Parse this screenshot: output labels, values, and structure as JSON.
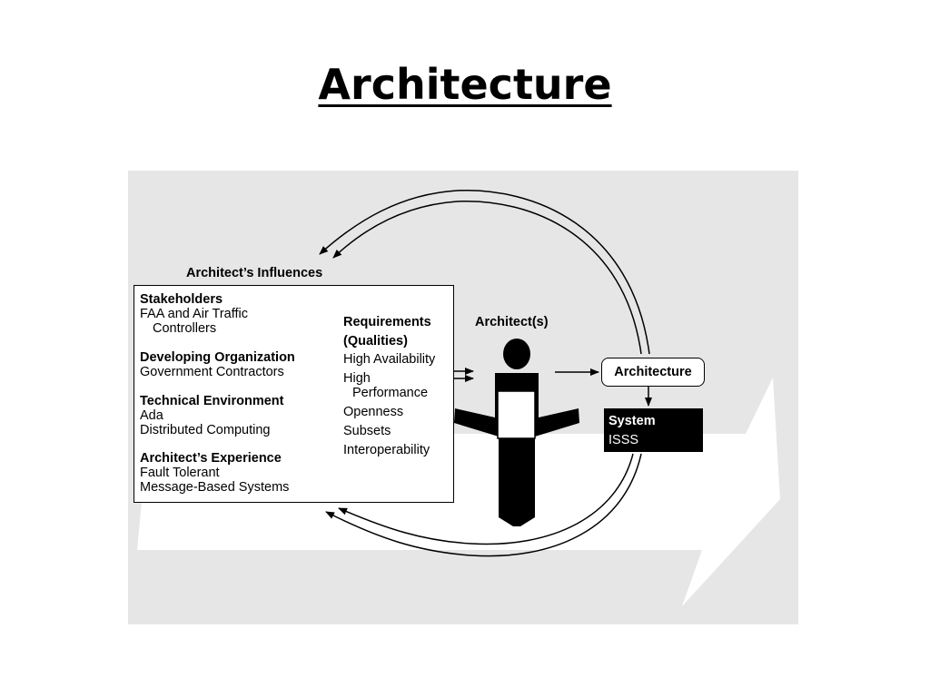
{
  "slide": {
    "title": "Architecture"
  },
  "diagram": {
    "influences_title": "Architect’s Influences",
    "groups": [
      {
        "heading": "Stakeholders",
        "lines": [
          "FAA and Air Traffic",
          "Controllers"
        ]
      },
      {
        "heading": "Developing Organization",
        "lines": [
          "Government Contractors"
        ]
      },
      {
        "heading": "Technical Environment",
        "lines": [
          "Ada",
          "Distributed Computing"
        ]
      },
      {
        "heading": "Architect’s Experience",
        "lines": [
          "Fault Tolerant",
          "Message-Based Systems"
        ]
      }
    ],
    "requirements": {
      "heading_lines": [
        "Requirements",
        "(Qualities)"
      ],
      "items": [
        "High Availability",
        "High",
        "Performance",
        "Openness",
        "Subsets",
        "Interoperability"
      ]
    },
    "architects_label": "Architect(s)",
    "architecture_box": "Architecture",
    "system_box": {
      "title": "System",
      "name": "ISSS"
    }
  }
}
